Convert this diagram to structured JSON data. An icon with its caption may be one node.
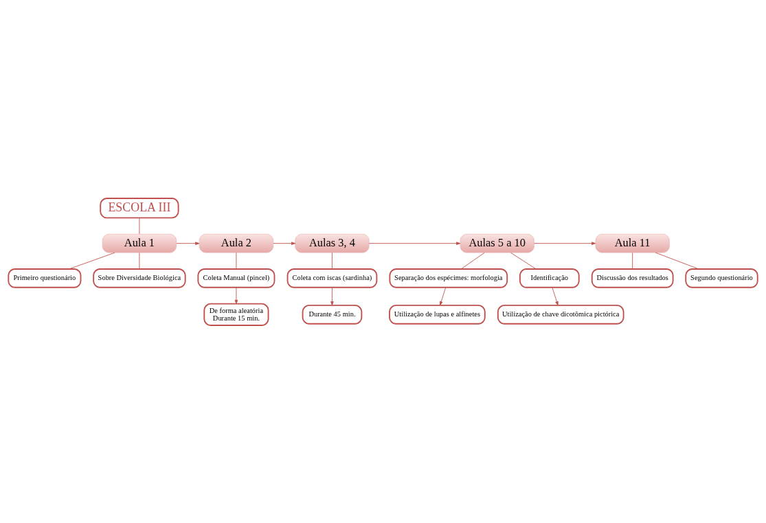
{
  "diagram": {
    "nodes": [
      {
        "text": [
          "ESCOLA III"
        ]
      },
      {
        "text": [
          "Aula 1"
        ]
      },
      {
        "text": [
          "Primeiro questionário"
        ]
      },
      {
        "text": [
          "Sobre Diversidade Biológica"
        ]
      },
      {
        "text": [
          "Aula 2"
        ]
      },
      {
        "text": [
          "Coleta Manual (pincel)"
        ]
      },
      {
        "text": [
          "De forma aleatória",
          "Durante 15 min."
        ]
      },
      {
        "text": [
          "Aulas 3, 4"
        ]
      },
      {
        "text": [
          "Coleta com iscas (sardinha)"
        ]
      },
      {
        "text": [
          "Durante 45 min."
        ]
      },
      {
        "text": [
          "Aulas 5 a 10"
        ]
      },
      {
        "text": [
          "Separação dos espécimes: morfologia"
        ]
      },
      {
        "text": [
          "Utilização de lupas e alfinetes"
        ]
      },
      {
        "text": [
          "Identificação"
        ]
      },
      {
        "text": [
          "Utilização de chave dicotômica pictórica"
        ]
      },
      {
        "text": [
          "Aula 11"
        ]
      },
      {
        "text": [
          "Discussão dos resultados"
        ]
      },
      {
        "text": [
          "Segundo questionário"
        ]
      }
    ],
    "edges": [
      {
        "from": 0,
        "to": 1,
        "arrow": "none"
      },
      {
        "from": 1,
        "to": 4,
        "arrow": "to"
      },
      {
        "from": 4,
        "to": 7,
        "arrow": "to"
      },
      {
        "from": 7,
        "to": 10,
        "arrow": "to"
      },
      {
        "from": 10,
        "to": 15,
        "arrow": "to"
      },
      {
        "from": 1,
        "to": 2,
        "arrow": "none"
      },
      {
        "from": 1,
        "to": 3,
        "arrow": "none"
      },
      {
        "from": 4,
        "to": 5,
        "arrow": "none"
      },
      {
        "from": 5,
        "to": 6,
        "arrow": "to"
      },
      {
        "from": 7,
        "to": 8,
        "arrow": "none"
      },
      {
        "from": 8,
        "to": 9,
        "arrow": "to"
      },
      {
        "from": 10,
        "to": 11,
        "arrow": "none"
      },
      {
        "from": 11,
        "to": 12,
        "arrow": "to"
      },
      {
        "from": 10,
        "to": 13,
        "arrow": "none"
      },
      {
        "from": 13,
        "to": 14,
        "arrow": "to"
      },
      {
        "from": 15,
        "to": 16,
        "arrow": "none"
      },
      {
        "from": 15,
        "to": 17,
        "arrow": "none"
      }
    ]
  }
}
